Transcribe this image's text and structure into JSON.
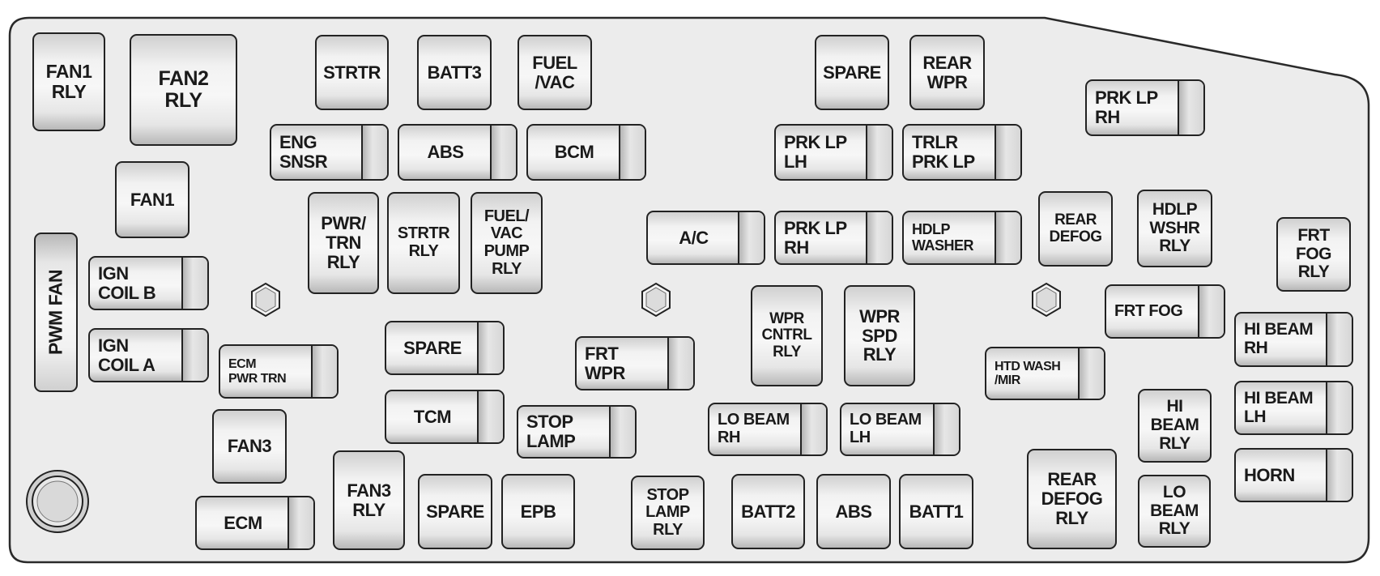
{
  "fuse_block": {
    "fuses": {
      "fan1_rly": "FAN1\nRLY",
      "fan2_rly": "FAN2\nRLY",
      "strtr_top": "STRTR",
      "batt3": "BATT3",
      "fuel_vac": "FUEL\n/VAC",
      "spare_top": "SPARE",
      "rear_wpr": "REAR\nWPR",
      "prk_lp_rh_top": "PRK LP\nRH",
      "eng_snsr": "ENG\nSNSR",
      "abs_top": "ABS",
      "bcm": "BCM",
      "prk_lp_lh": "PRK LP\nLH",
      "trlr_prk_lp": "TRLR\nPRK LP",
      "fan1": "FAN1",
      "pwr_trn_rly": "PWR/\nTRN\nRLY",
      "strtr_rly": "STRTR\nRLY",
      "fuel_vac_pump_rly": "FUEL/\nVAC\nPUMP\nRLY",
      "ac": "A/C",
      "prk_lp_rh_mid": "PRK LP\nRH",
      "hdlp_washer": "HDLP\nWASHER",
      "rear_defog": "REAR\nDEFOG",
      "hdlp_wshr_rly": "HDLP\nWSHR\nRLY",
      "frt_fog_rly": "FRT\nFOG\nRLY",
      "pwm_fan": "PWM FAN",
      "ign_coil_b": "IGN\nCOIL B",
      "ign_coil_a": "IGN\nCOIL A",
      "wpr_cntrl_rly": "WPR\nCNTRL\nRLY",
      "wpr_spd_rly": "WPR\nSPD\nRLY",
      "frt_fog": "FRT FOG",
      "hi_beam_rh": "HI BEAM\nRH",
      "spare_mid": "SPARE",
      "ecm_pwr_trn": "ECM\nPWR TRN",
      "frt_wpr": "FRT\nWPR",
      "htd_wash_mir": "HTD WASH\n/MIR",
      "hi_beam_lh": "HI BEAM\nLH",
      "tcm": "TCM",
      "stop_lamp": "STOP\nLAMP",
      "lo_beam_rh": "LO BEAM\nRH",
      "lo_beam_lh": "LO BEAM\nLH",
      "hi_beam_rly": "HI\nBEAM\nRLY",
      "fan3": "FAN3",
      "rear_defog_rly": "REAR\nDEFOG\nRLY",
      "horn": "HORN",
      "lo_beam_rly": "LO\nBEAM\nRLY",
      "ecm": "ECM",
      "fan3_rly": "FAN3\nRLY",
      "spare_bottom": "SPARE",
      "epb": "EPB",
      "stop_lamp_rly": "STOP\nLAMP\nRLY",
      "batt2": "BATT2",
      "abs_bottom": "ABS",
      "batt1": "BATT1"
    }
  }
}
